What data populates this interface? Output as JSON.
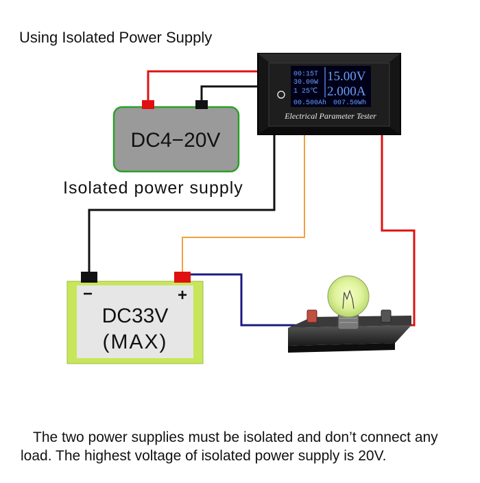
{
  "title": "Using Isolated Power Supply",
  "isolated_supply": {
    "voltage_label": "DC4−20V",
    "caption": "Isolated  power supply"
  },
  "meter": {
    "left_readouts": [
      "00:15T",
      "30.00W",
      "1   25℃",
      "00.500Ah"
    ],
    "voltage": "15.00V",
    "current": "2.000A",
    "energy": "007.50Wh",
    "name": "Electrical Parameter Tester"
  },
  "battery": {
    "minus": "−",
    "plus": "+",
    "voltage_label": "DC33V",
    "max_label": "(MAX)"
  },
  "note": "The two power supplies must be isolated and don’t connect any load. The highest voltage of isolated power supply is 20V.",
  "colors": {
    "red_wire": "#e01010",
    "black_wire": "#111111",
    "orange_wire": "#f0a040",
    "blue_wire": "#1a1a80",
    "supply_gray": "#9a9a9a",
    "supply_border": "#2aa02a",
    "battery_green": "#c8e65a",
    "meter_screen": "#000018",
    "meter_text": "#6aa0ff"
  }
}
